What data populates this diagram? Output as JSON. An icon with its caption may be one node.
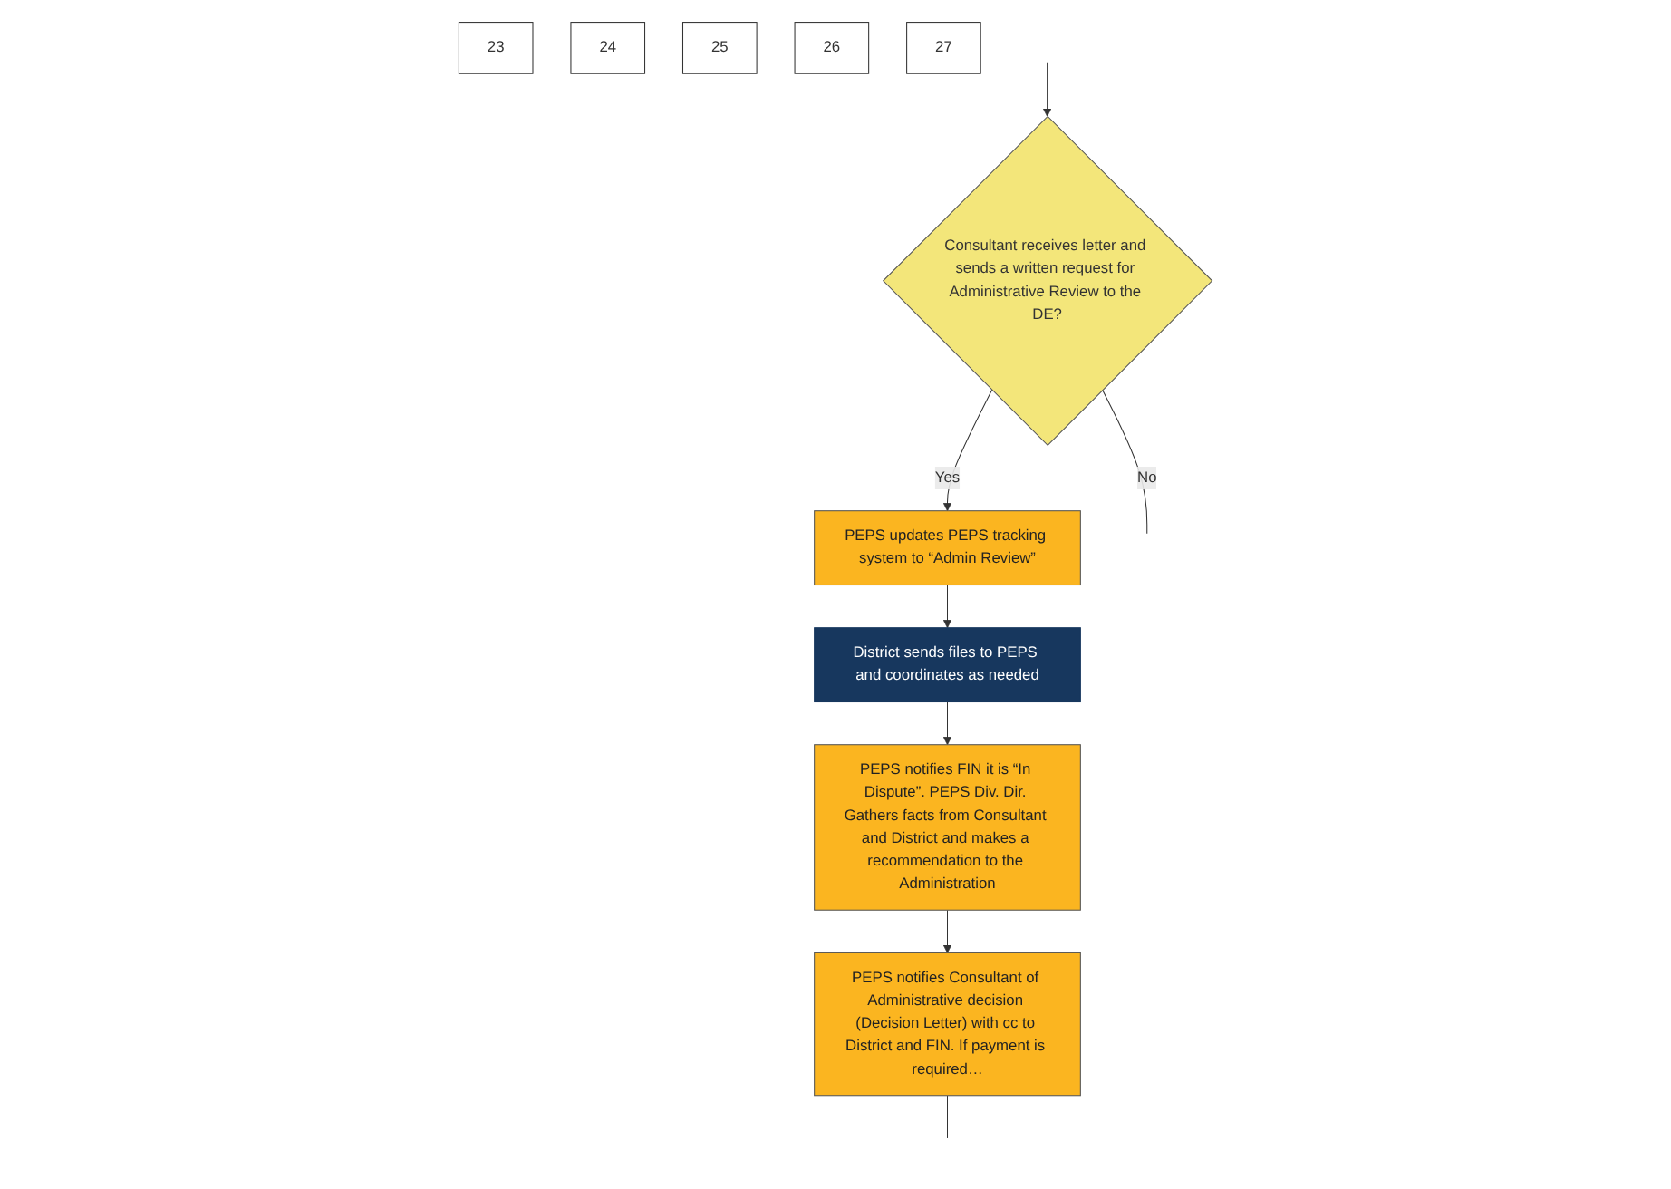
{
  "diagram": {
    "nodes": [
      {
        "text": [
          "23"
        ]
      },
      {
        "text": [
          "Consultant receives letter and sends a written request for Administrative Review to the DE?"
        ]
      },
      {
        "text": [
          "24"
        ]
      },
      {
        "text": [
          "PEPS updates PEPS tracking system to “Admin Review”"
        ]
      },
      {
        "text": [
          "25"
        ]
      },
      {
        "text": [
          "District sends files to PEPS and coordinates as needed"
        ]
      },
      {
        "text": [
          "26"
        ]
      },
      {
        "text": [
          "PEPS notifies FIN it is “In Dispute”. PEPS Div. Dir. Gathers facts from Consultant and District and makes a recommendation to the Administration"
        ]
      },
      {
        "text": [
          "27"
        ]
      },
      {
        "text": [
          "PEPS notifies Consultant of Administrative decision (Decision Letter) with cc to District and FIN. If payment is required…"
        ]
      }
    ],
    "edges": [
      {
        "from": null,
        "to": 1,
        "arrow": "to"
      },
      {
        "from": 1,
        "to": 3,
        "label": "Yes",
        "arrow": "to"
      },
      {
        "from": 3,
        "to": 5,
        "arrow": "to"
      },
      {
        "from": 5,
        "to": 7,
        "arrow": "to"
      },
      {
        "from": 7,
        "to": 9,
        "arrow": "to"
      },
      {
        "from": 1,
        "to": null,
        "label": "No",
        "arrow": "none"
      },
      {
        "from": 9,
        "to": null,
        "arrow": "none"
      }
    ]
  }
}
